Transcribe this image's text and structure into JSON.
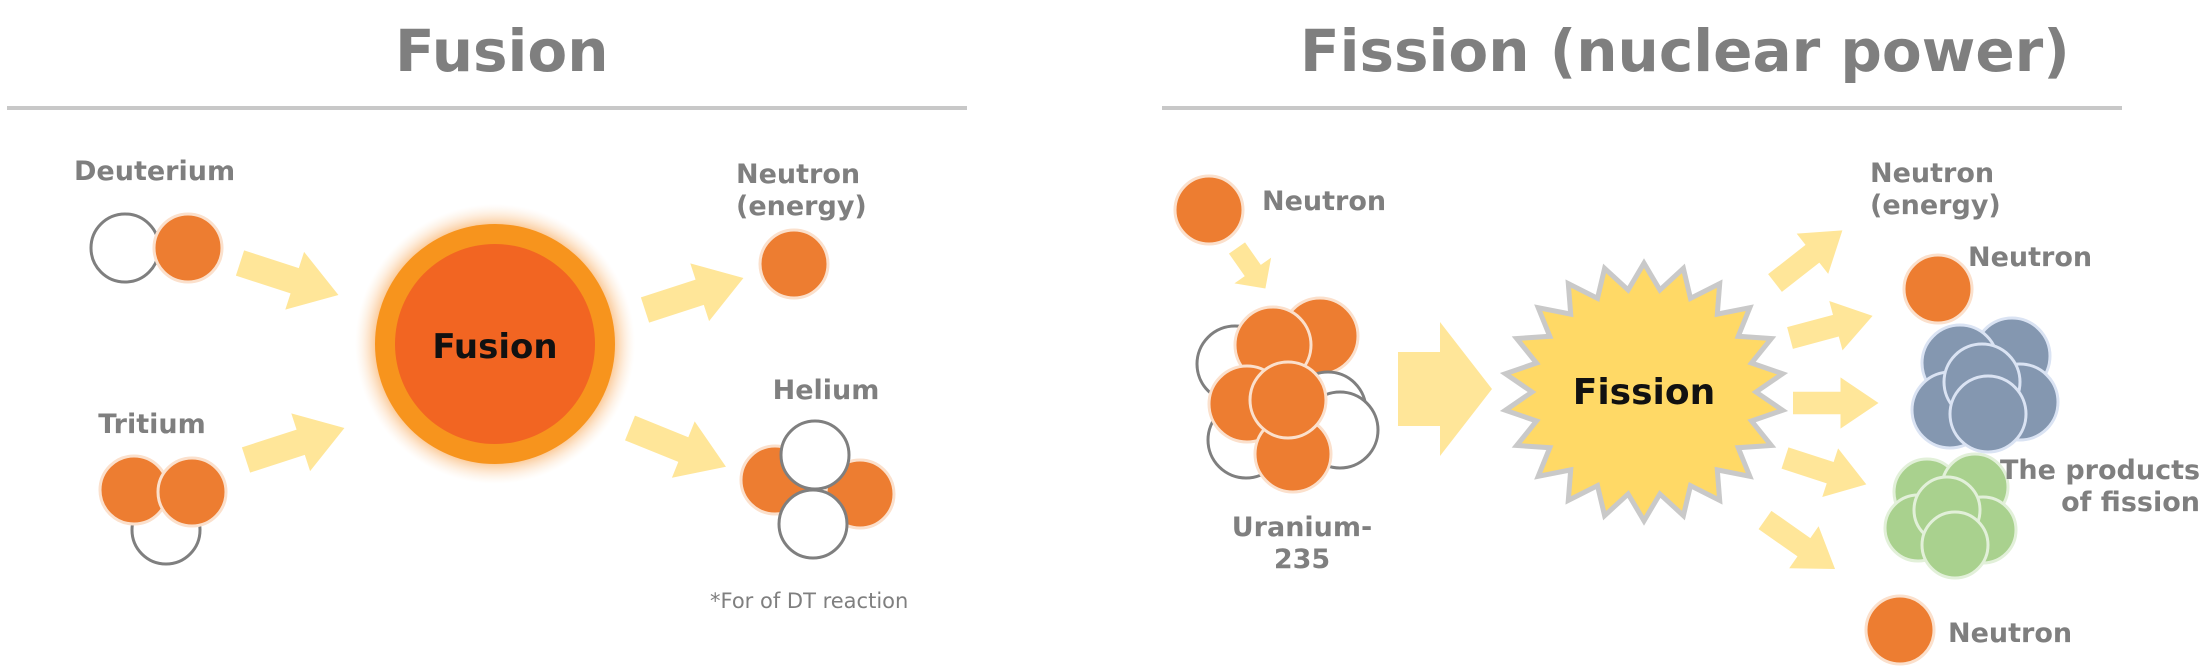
{
  "fusion": {
    "title": "Fusion",
    "deuterium": "Deuterium",
    "tritium": "Tritium",
    "center": "Fusion",
    "neutron_line1": "Neutron",
    "neutron_line2": "(energy)",
    "helium": "Helium",
    "note": "*For of DT reaction"
  },
  "fission": {
    "title": "Fission (nuclear power)",
    "neutron_in": "Neutron",
    "uranium_line1": "Uranium-",
    "uranium_line2": "235",
    "center": "Fission",
    "neutron_energy_line1": "Neutron",
    "neutron_energy_line2": "(energy)",
    "neutron_top": "Neutron",
    "products_line1": "The products",
    "products_line2": "of fission",
    "neutron_bottom": "Neutron"
  },
  "colors": {
    "neutron": "#ed7d31",
    "arrow": "#ffe699",
    "fusion_core": "#f26522",
    "fission_star": "#ffd966",
    "product_blue": "#8497b0",
    "product_green": "#a9d18e",
    "title_gray": "#7f7f7f"
  }
}
